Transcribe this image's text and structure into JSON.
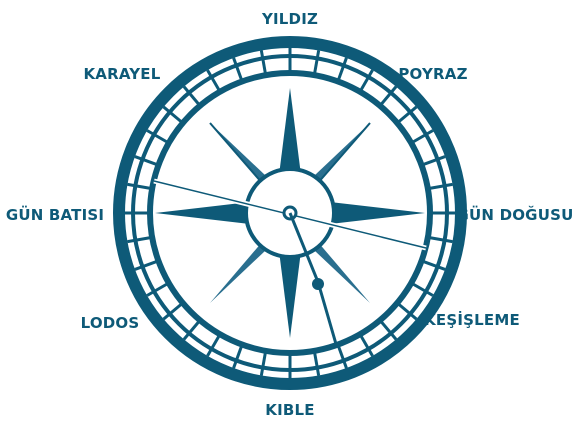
{
  "compass": {
    "labels": {
      "north": "YILDIZ",
      "northeast": "POYRAZ",
      "east": "GÜN DOĞUSU",
      "southeast": "KEŞİŞLEME",
      "south": "KIBLE",
      "southwest": "LODOS",
      "west": "GÜN BATISI",
      "northwest": "KARAYEL"
    },
    "colors": {
      "primary": "#0e5a78",
      "secondary": "#2a6f8f",
      "background": "#ffffff"
    }
  }
}
